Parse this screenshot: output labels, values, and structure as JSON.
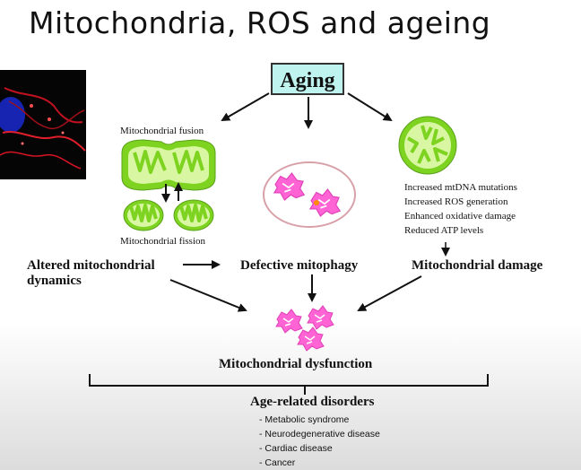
{
  "slide": {
    "title": "Mitochondria, ROS and ageing"
  },
  "diagram": {
    "aging_label": "Aging",
    "fusion_label": "Mitochondrial fusion",
    "fission_label": "Mitochondrial fission",
    "altered_dynamics_label": "Altered mitochondrial dynamics",
    "altered_dynamics_line1": "Altered mitochondrial",
    "altered_dynamics_line2": "dynamics",
    "defective_mitophagy_label": "Defective mitophagy",
    "mitochondrial_damage_label": "Mitochondrial damage",
    "damage_effects": [
      "Increased mtDNA mutations",
      "Increased ROS generation",
      "Enhanced oxidative damage",
      "Reduced ATP levels"
    ],
    "dysfunction_label": "Mitochondrial dysfunction",
    "disorders_title": "Age-related disorders",
    "disorders": [
      "- Metabolic syndrome",
      "- Neurodegenerative disease",
      "- Cardiac disease",
      "- Cancer"
    ],
    "colors": {
      "mito_green": "#7ed321",
      "mito_light": "#d9f7a3",
      "mitophagy_pink": "#ff63d4",
      "aging_box": "#bff3ef"
    }
  }
}
